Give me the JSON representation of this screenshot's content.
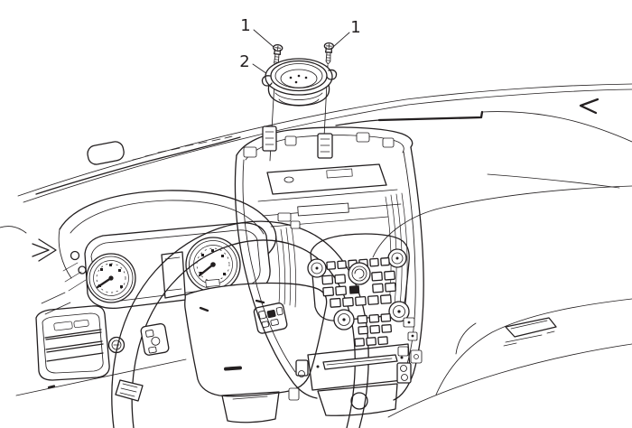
{
  "figure": {
    "type": "exploded-parts-line-diagram",
    "background_color": "#ffffff",
    "line_color": "#231f20",
    "callouts": [
      {
        "label": "1",
        "part": "mounting-screw-left"
      },
      {
        "label": "1",
        "part": "mounting-screw-right"
      },
      {
        "label": "2",
        "part": "center-speaker"
      }
    ]
  }
}
